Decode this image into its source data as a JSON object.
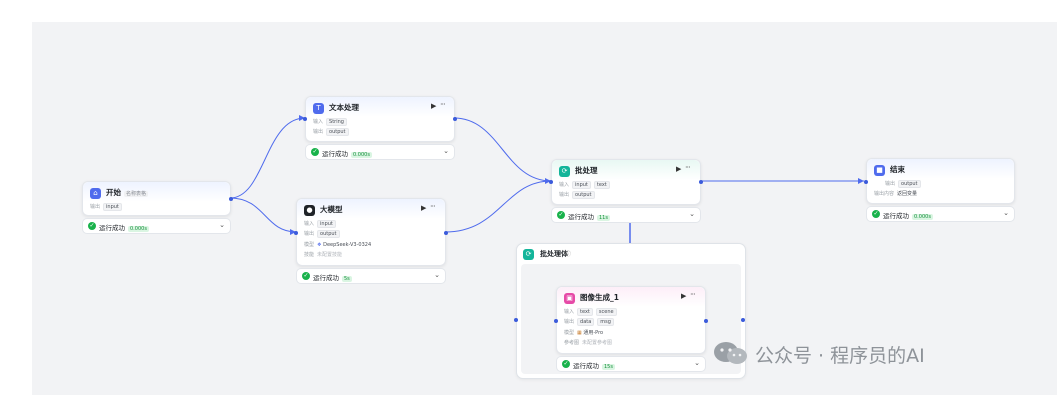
{
  "nodes": {
    "start": {
      "title": "开始",
      "badge": "名称表格",
      "io": {
        "label": "输出",
        "tag": "input"
      },
      "status": {
        "text": "运行成功",
        "time": "0.000s"
      }
    },
    "text": {
      "title": "文本处理",
      "rows": [
        {
          "label": "输入",
          "tags": [
            "String"
          ]
        },
        {
          "label": "输出",
          "tags": [
            "output"
          ]
        }
      ],
      "status": {
        "text": "运行成功",
        "time": "0.000s"
      }
    },
    "llm": {
      "title": "大模型",
      "rows": [
        {
          "label": "输入",
          "tags": [
            "input"
          ]
        },
        {
          "label": "输出",
          "tags": [
            "output"
          ]
        }
      ],
      "model": {
        "label": "模型",
        "value": "DeepSeek-V3-0324"
      },
      "skills": {
        "label": "技能",
        "value": "未配置技能"
      },
      "status": {
        "text": "运行成功",
        "time": "5s"
      }
    },
    "batch": {
      "title": "批处理",
      "rows": [
        {
          "label": "输入",
          "tags": [
            "input",
            "text"
          ]
        },
        {
          "label": "输出",
          "tags": [
            "output"
          ]
        }
      ],
      "status": {
        "text": "运行成功",
        "time": "11s"
      }
    },
    "end": {
      "title": "结束",
      "rows": [
        {
          "label": "输出",
          "tags": [
            "output"
          ]
        },
        {
          "label": "输出内容",
          "value": "返回变量"
        }
      ],
      "status": {
        "text": "运行成功",
        "time": "0.000s"
      }
    },
    "batch_body": {
      "title": "批处理体"
    },
    "image": {
      "title": "图像生成_1",
      "rows": [
        {
          "label": "输入",
          "tags": [
            "text",
            "scene"
          ]
        },
        {
          "label": "输出",
          "tags": [
            "data",
            "msg"
          ]
        }
      ],
      "model": {
        "label": "模型",
        "value": "通用-Pro"
      },
      "ref": {
        "label": "参考图",
        "value": "未配置参考图"
      },
      "status": {
        "text": "运行成功",
        "time": "15s"
      }
    }
  },
  "watermark": "公众号 · 程序员的AI",
  "colors": {
    "edge": "#4f6bed",
    "success": "#19b24b",
    "canvas": "#f2f3f5"
  }
}
